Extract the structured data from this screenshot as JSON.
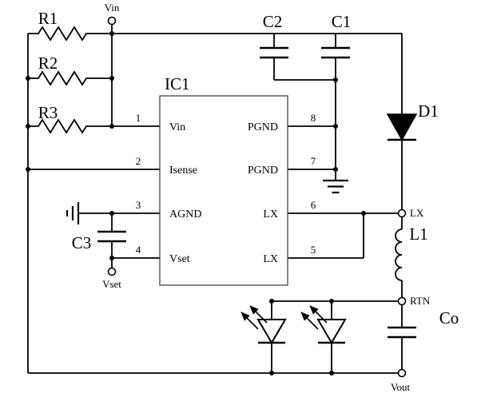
{
  "schematic": {
    "resistors": {
      "r1": "R1",
      "r2": "R2",
      "r3": "R3"
    },
    "capacitors": {
      "c1": "C1",
      "c2": "C2",
      "c3": "C3",
      "co": "Co"
    },
    "diode": {
      "d1": "D1"
    },
    "inductor": {
      "l1": "L1"
    },
    "ic": {
      "label": "IC1",
      "pins_left": [
        {
          "num": "1",
          "name": "Vin"
        },
        {
          "num": "2",
          "name": "Isense"
        },
        {
          "num": "3",
          "name": "AGND"
        },
        {
          "num": "4",
          "name": "Vset"
        }
      ],
      "pins_right": [
        {
          "num": "8",
          "name": "PGND"
        },
        {
          "num": "7",
          "name": "PGND"
        },
        {
          "num": "6",
          "name": "LX"
        },
        {
          "num": "5",
          "name": "LX"
        }
      ]
    },
    "terminals": {
      "vin": "Vin",
      "vset": "Vset",
      "lx": "LX",
      "rtn": "RTN",
      "vout": "Vout"
    },
    "colors": {
      "line": "#000000",
      "background": "#ffffff"
    }
  }
}
